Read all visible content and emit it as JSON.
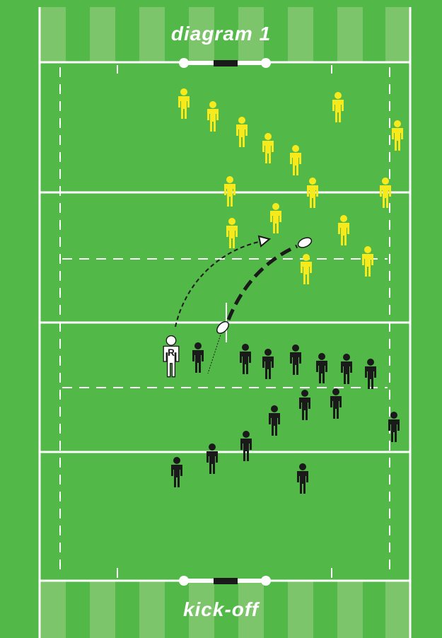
{
  "labels": {
    "top": "diagram 1",
    "bottom": "kick-off"
  },
  "colors": {
    "field": "#52b948",
    "stripe_light": "#7cc56a",
    "line": "#ffffff",
    "team_attack": "#f6ea1c",
    "team_defend": "#1a1a1a",
    "referee": "#ffffff"
  },
  "referee": {
    "badge": "R"
  },
  "ball": {
    "icon": "rugby-ball-icon"
  },
  "annotations": {
    "kick_arrow": "dashed-arrow",
    "ball_path": "thick-dashed-curve"
  }
}
